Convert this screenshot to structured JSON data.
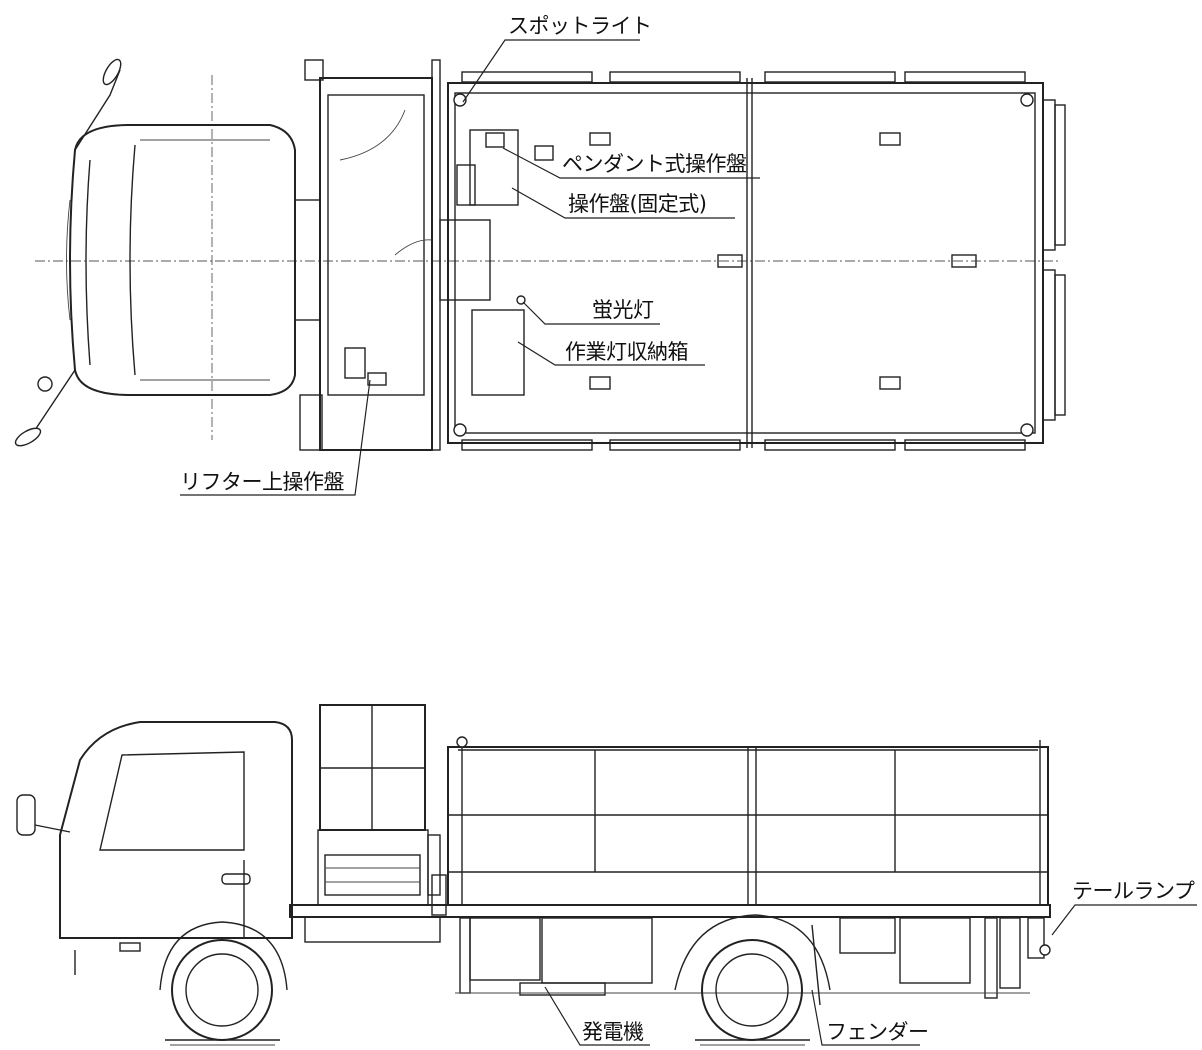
{
  "labels": {
    "spotlight": "スポットライト",
    "pendant_panel": "ペンダント式操作盤",
    "fixed_panel": "操作盤(固定式)",
    "fluorescent": "蛍光灯",
    "worklight_box": "作業灯収納箱",
    "lifter_panel": "リフター上操作盤",
    "tail_lamp": "テールランプ",
    "generator": "発電機",
    "fender": "フェンダー"
  }
}
